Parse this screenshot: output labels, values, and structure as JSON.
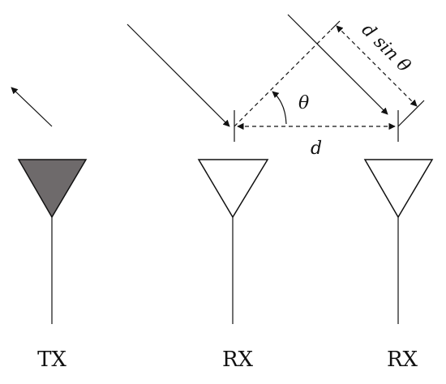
{
  "antennas": [
    {
      "label": "TX",
      "filled": true,
      "fill_color": "#6e6a6b"
    },
    {
      "label": "RX",
      "filled": false
    },
    {
      "label": "RX",
      "filled": false
    }
  ],
  "labels": {
    "theta": "θ",
    "d": "d",
    "path_difference": "d sin θ"
  },
  "colors": {
    "line": "#111111",
    "tx_fill": "#6e6a6b",
    "rx_fill": "#ffffff"
  }
}
